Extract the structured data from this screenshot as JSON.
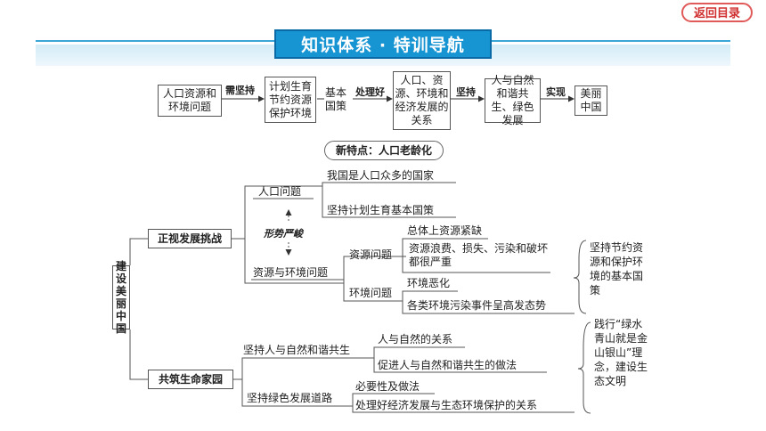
{
  "nav": {
    "back_label": "返回目录"
  },
  "header": {
    "title": "知识体系 · 特训导航"
  },
  "flow": {
    "box1": "人口资源和环境问题",
    "arrow1": "需坚持",
    "box2": "计划生育节约资源保护环境",
    "text_basic": "基本国策",
    "arrow2": "处理好",
    "box3": "人口、资源、环境和经济发展的关系",
    "arrow3": "坚持",
    "box4": "人与自然和谐共生、绿色发展",
    "arrow4": "实现",
    "box5": "美丽中国"
  },
  "callout": {
    "text": "新特点：人口老龄化"
  },
  "tree": {
    "root": "建设美丽中国",
    "branch1": {
      "label": "正视发展挑战",
      "population": {
        "label": "人口问题",
        "items": [
          "我国是人口众多的国家",
          "坚持计划生育基本国策"
        ]
      },
      "severity": "形势严峻",
      "resource_env": {
        "label": "资源与环境问题",
        "resource": {
          "label": "资源问题",
          "items": [
            "总体上资源紧缺",
            "资源浪费、损失、污染和破坏都很严重"
          ]
        },
        "environment": {
          "label": "环境问题",
          "items": [
            "环境恶化",
            "各类环境污染事件呈高发态势"
          ]
        }
      },
      "note": "坚持节约资源和保护环境的基本国策"
    },
    "branch2": {
      "label": "共筑生命家园",
      "harmony": {
        "label": "坚持人与自然和谐共生",
        "items": [
          "人与自然的关系",
          "促进人与自然和谐共生的做法"
        ]
      },
      "green": {
        "label": "坚持绿色发展道路",
        "items": [
          "必要性及做法",
          "处理好经济发展与生态环境保护的关系"
        ]
      },
      "note": "践行“绿水青山就是金山银山”理念，建设生态文明"
    }
  }
}
